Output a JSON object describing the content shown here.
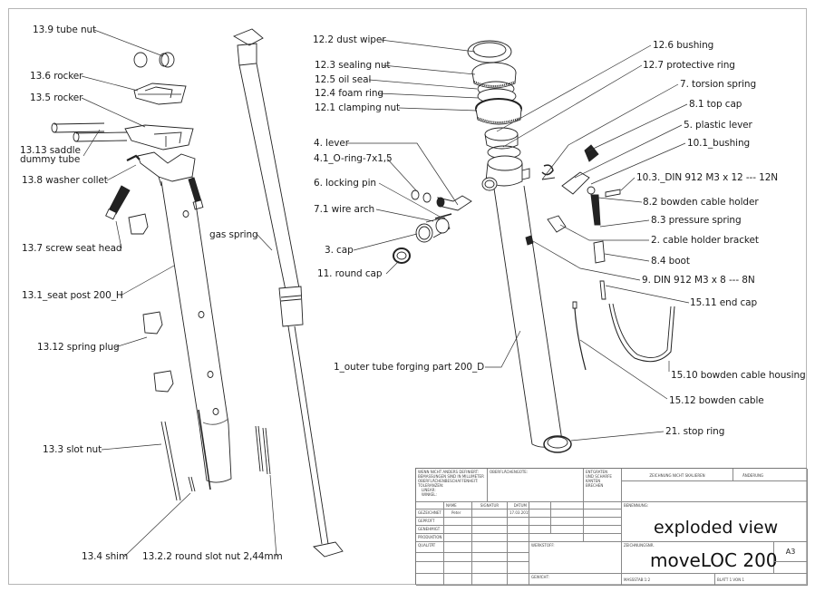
{
  "drawing": {
    "title": "exploded view",
    "part_number": "moveLOC 200",
    "sheet_format": "A3",
    "labels": {
      "tube_nut": "13.9 tube nut",
      "rocker_136": "13.6 rocker",
      "rocker_135": "13.5 rocker",
      "saddle_dummy_tube_1": "13.13 saddle",
      "saddle_dummy_tube_2": "dummy tube",
      "washer_collet": "13.8 washer collet",
      "screw_seat_head": "13.7 screw seat head",
      "seat_post": "13.1_seat post  200_H",
      "spring_plug": "13.12 spring plug",
      "slot_nut": "13.3 slot nut",
      "shim": "13.4 shim",
      "round_slot_nut": "13.2.2 round slot nut 2,44mm",
      "gas_spring": "gas spring",
      "dust_wiper": "12.2 dust wiper",
      "sealing_nut": "12.3 sealing nut",
      "oil_seal": "12.5 oil seal",
      "foam_ring": "12.4 foam ring",
      "clamping_nut": "12.1 clamping nut",
      "lever": "4. lever",
      "o_ring": "4.1_O-ring-7x1,5",
      "locking_pin": "6. locking pin",
      "wire_arch": "7.1 wire arch",
      "cap": "3. cap",
      "round_cap": "11. round cap",
      "outer_tube": "1_outer tube forging part  200_D",
      "bushing_126": "12.6 bushing",
      "protective_ring": "12.7 protective ring",
      "torsion_spring": "7. torsion spring",
      "top_cap": "8.1 top cap",
      "plastic_lever": "5. plastic lever",
      "bushing_101": "10.1_bushing",
      "din_m3x12": "10.3._DIN 912 M3 x 12 --- 12N",
      "bowden_cable_holder": "8.2 bowden cable holder",
      "pressure_spring": "8.3 pressure spring",
      "cable_holder_bracket": "2. cable holder bracket",
      "boot": "8.4 boot",
      "din_m3x8": "9. DIN 912 M3 x 8 --- 8N",
      "end_cap": "15.11 end cap",
      "bowden_cable_housing": "15.10 bowden cable housing",
      "bowden_cable": "15.12 bowden cable",
      "stop_ring": "21. stop ring"
    }
  },
  "title_block": {
    "general_tolerance_note": [
      "WENN NICHT ANDERS DEFINIERT:",
      "BEMASSUNGEN SIND IN MILLIMETER",
      "OBERFLÄCHENBESCHAFFENHEIT:",
      "TOLERANZEN:",
      "LINEAR:",
      "WINKEL:"
    ],
    "surface_quality": "OBERFLÄCHENGÜTE:",
    "deburr_note": [
      "ENTGRATEN",
      "UND SCHARFE",
      "KANTEN",
      "BRECHEN"
    ],
    "do_not_scale": "ZEICHNUNG NICHT SKALIEREN",
    "revision": "ÄNDERUNG",
    "headers": {
      "name": "NAME",
      "signature": "SIGNATUR",
      "date": "DATUM"
    },
    "rows": [
      {
        "role": "GEZEICHNET",
        "name": "Peter",
        "date": "17.03.2015"
      },
      {
        "role": "GEPRÜFT",
        "name": "",
        "date": ""
      },
      {
        "role": "GENEHMIGT",
        "name": "",
        "date": ""
      },
      {
        "role": "PRODUKTION",
        "name": "",
        "date": ""
      },
      {
        "role": "QUALITÄT",
        "name": "",
        "date": ""
      }
    ],
    "designation_label": "BENENNUNG:",
    "material_label": "WERKSTOFF:",
    "drawing_no_label": "ZEICHNUNGSNR.",
    "weight_label": "GEWICHT:",
    "scale": "MASSSTAB:1:2",
    "sheet": "BLATT 1 VON 1"
  }
}
